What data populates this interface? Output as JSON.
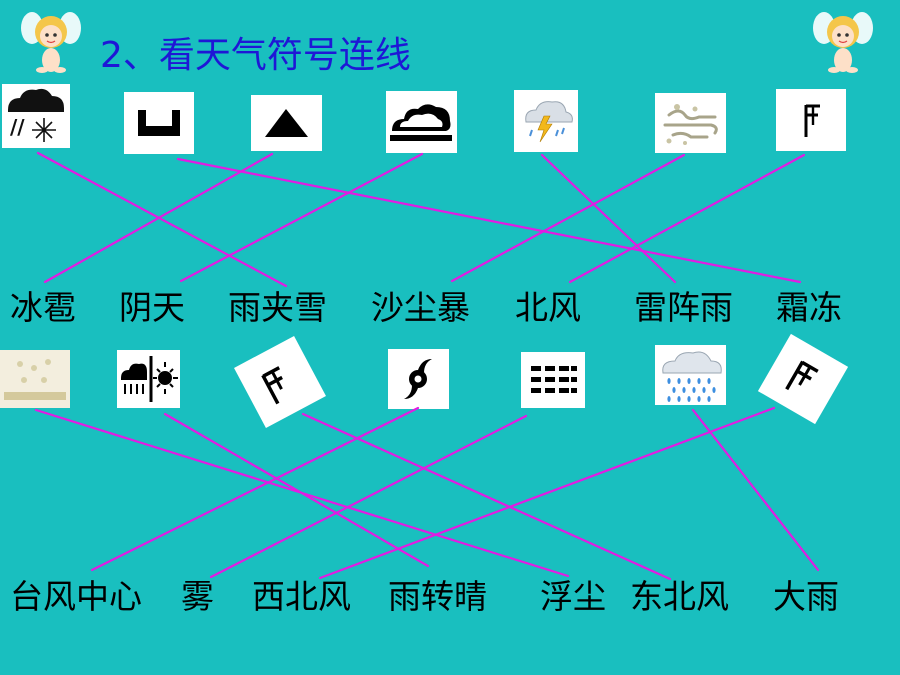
{
  "title": "2、看天气符号连线",
  "row1": {
    "symbols": [
      "hail-icon",
      "overcast-icon",
      "sand-dust-storm-icon",
      "cloudy-icon",
      "thunderstorm-icon",
      "dust-wind-icon",
      "north-wind-icon"
    ],
    "labels": [
      "冰雹",
      "阴天",
      "雨夹雪",
      "沙尘暴",
      "北风",
      "雷阵雨",
      "霜冻"
    ]
  },
  "row2": {
    "symbols": [
      "floating-dust-icon",
      "rain-to-sunny-icon",
      "northwest-wind-icon",
      "typhoon-center-icon",
      "fog-icon",
      "heavy-rain-icon",
      "northeast-wind-icon"
    ],
    "labels": [
      "台风中心",
      "雾",
      "西北风",
      "雨转晴",
      "浮尘",
      "东北风",
      "大雨"
    ]
  },
  "colors": {
    "background": "#19bfbf",
    "title": "#1e17d6",
    "connector": "#e21ce2"
  }
}
